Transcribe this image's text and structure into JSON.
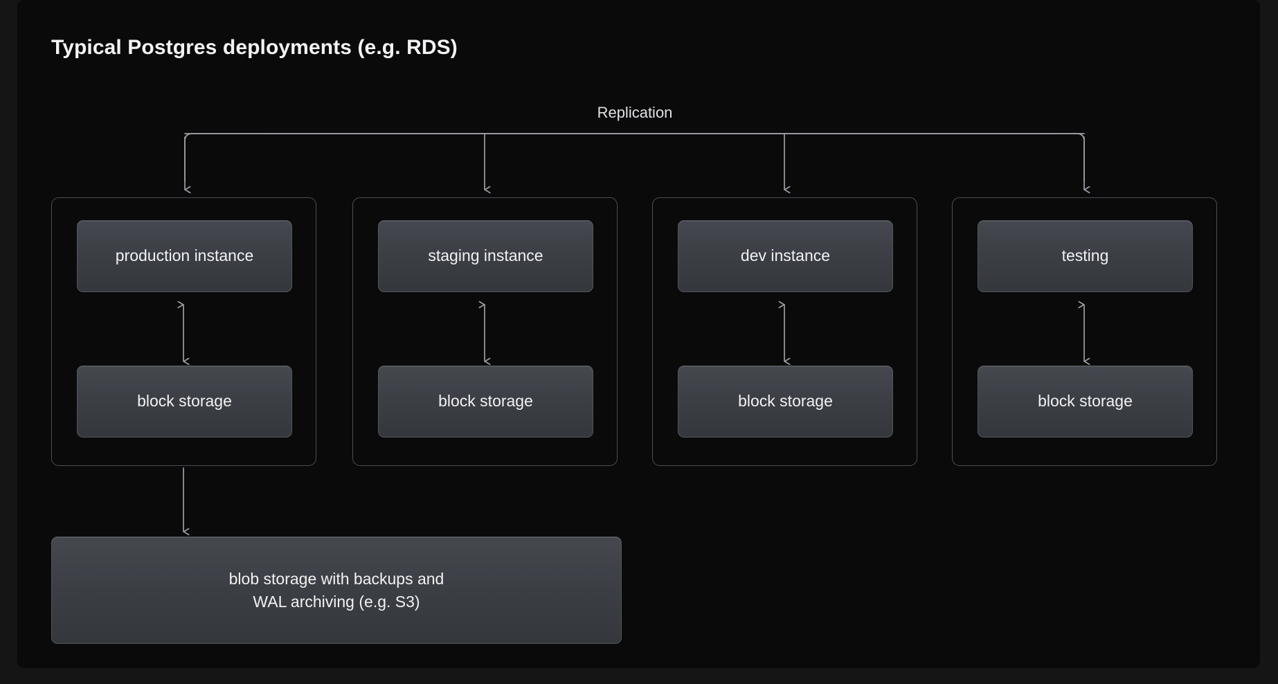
{
  "page": {
    "title": "Typical Postgres deployments (e.g. RDS)",
    "background_color": "#151515",
    "panel_color": "#0a0a0b",
    "text_color": "#f1f2f3",
    "line_color": "#9b9ea4",
    "box_border_color": "#53565c",
    "group_border_color": "#4b4e54"
  },
  "diagram": {
    "replication_label": "Replication",
    "environments": [
      {
        "id": "production",
        "instance_label": "production instance",
        "storage_label": "block storage",
        "has_backup_link": true
      },
      {
        "id": "staging",
        "instance_label": "staging instance",
        "storage_label": "block storage",
        "has_backup_link": false
      },
      {
        "id": "dev",
        "instance_label": "dev instance",
        "storage_label": "block storage",
        "has_backup_link": false
      },
      {
        "id": "testing",
        "instance_label": "testing",
        "storage_label": "block storage",
        "has_backup_link": false
      }
    ],
    "blob_storage": {
      "label": "blob storage with backups and\nWAL archiving (e.g. S3)",
      "line1": "blob storage with backups and",
      "line2": "WAL archiving (e.g. S3)"
    }
  }
}
